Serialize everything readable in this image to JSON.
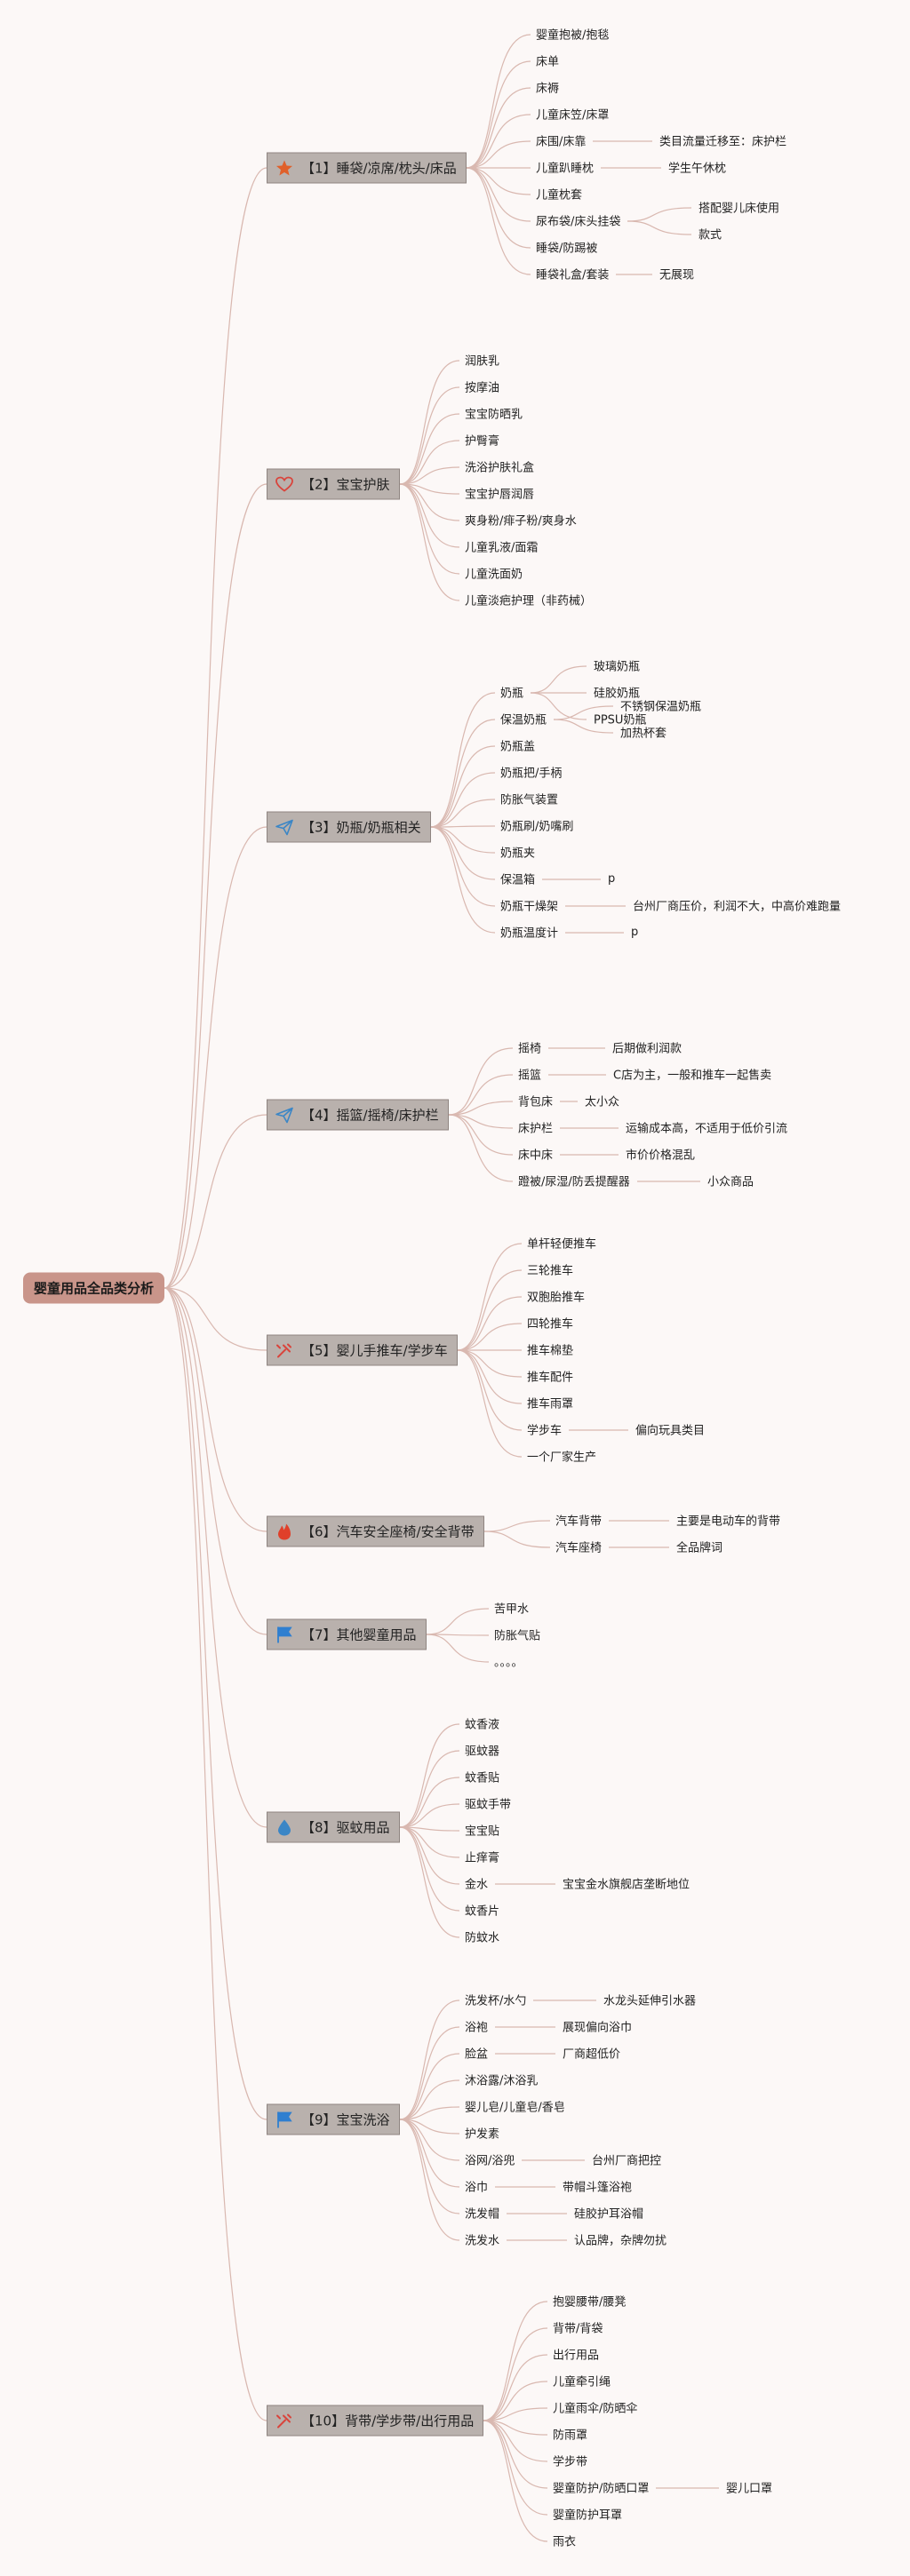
{
  "root": {
    "label": "婴童用品全品类分析"
  },
  "colors": {
    "link": "#d9b8b0",
    "root_bg": "#c9958a",
    "category_bg": "#b9b1ad"
  },
  "categories": [
    {
      "id": "c1",
      "label": "【1】睡袋/凉席/枕头/床品",
      "icon": "star-icon",
      "icon_color": "#e0602a",
      "items": [
        {
          "label": "婴童抱被/抱毯"
        },
        {
          "label": "床单"
        },
        {
          "label": "床褥"
        },
        {
          "label": "儿童床笠/床罩"
        },
        {
          "label": "床围/床靠",
          "children": [
            {
              "label": "类目流量迁移至：床护栏"
            }
          ]
        },
        {
          "label": "儿童趴睡枕",
          "children": [
            {
              "label": "学生午休枕"
            }
          ]
        },
        {
          "label": "儿童枕套"
        },
        {
          "label": "尿布袋/床头挂袋",
          "children": [
            {
              "label": "搭配婴儿床使用"
            },
            {
              "label": "款式"
            }
          ]
        },
        {
          "label": "睡袋/防踢被"
        },
        {
          "label": "睡袋礼盒/套装",
          "children": [
            {
              "label": "无展现"
            }
          ]
        }
      ]
    },
    {
      "id": "c2",
      "label": "【2】宝宝护肤",
      "icon": "heart-icon",
      "icon_color": "#d9443c",
      "items": [
        {
          "label": "润肤乳"
        },
        {
          "label": "按摩油"
        },
        {
          "label": "宝宝防晒乳"
        },
        {
          "label": "护臀膏"
        },
        {
          "label": "洗浴护肤礼盒"
        },
        {
          "label": "宝宝护唇润唇"
        },
        {
          "label": "爽身粉/痱子粉/爽身水"
        },
        {
          "label": "儿童乳液/面霜"
        },
        {
          "label": "儿童洗面奶"
        },
        {
          "label": "儿童淡疤护理（非药械）"
        }
      ]
    },
    {
      "id": "c3",
      "label": "【3】奶瓶/奶瓶相关",
      "icon": "paper-plane-icon",
      "icon_color": "#3b86c6",
      "items": [
        {
          "label": "奶瓶",
          "children": [
            {
              "label": "玻璃奶瓶"
            },
            {
              "label": "硅胶奶瓶"
            },
            {
              "label": "PPSU奶瓶"
            }
          ]
        },
        {
          "label": "保温奶瓶",
          "children": [
            {
              "label": "不锈钢保温奶瓶"
            },
            {
              "label": "加热杯套"
            }
          ]
        },
        {
          "label": "奶瓶盖"
        },
        {
          "label": "奶瓶把/手柄"
        },
        {
          "label": "防胀气装置"
        },
        {
          "label": "奶瓶刷/奶嘴刷"
        },
        {
          "label": "奶瓶夹"
        },
        {
          "label": "保温箱",
          "children": [
            {
              "label": "p"
            }
          ]
        },
        {
          "label": "奶瓶干燥架",
          "children": [
            {
              "label": "台州厂商压价，利润不大，中高价难跑量"
            }
          ]
        },
        {
          "label": "奶瓶温度计",
          "children": [
            {
              "label": "p"
            }
          ]
        }
      ]
    },
    {
      "id": "c4",
      "label": "【4】摇篮/摇椅/床护栏",
      "icon": "paper-plane-icon",
      "icon_color": "#3b86c6",
      "items": [
        {
          "label": "摇椅",
          "children": [
            {
              "label": "后期做利润款"
            }
          ]
        },
        {
          "label": "摇篮",
          "children": [
            {
              "label": "C店为主，一般和推车一起售卖"
            }
          ]
        },
        {
          "label": "背包床",
          "children": [
            {
              "label": "太小众"
            }
          ]
        },
        {
          "label": "床护栏",
          "children": [
            {
              "label": "运输成本高，不适用于低价引流"
            }
          ]
        },
        {
          "label": "床中床",
          "children": [
            {
              "label": "市价价格混乱"
            }
          ]
        },
        {
          "label": "蹬被/尿湿/防丢提醒器",
          "children": [
            {
              "label": "小众商品"
            }
          ]
        }
      ]
    },
    {
      "id": "c5",
      "label": "【5】婴儿手推车/学步车",
      "icon": "tools-icon",
      "icon_color": "#d9443c",
      "items": [
        {
          "label": "单杆轻便推车"
        },
        {
          "label": "三轮推车"
        },
        {
          "label": "双胞胎推车"
        },
        {
          "label": "四轮推车"
        },
        {
          "label": "推车棉垫"
        },
        {
          "label": "推车配件"
        },
        {
          "label": "推车雨罩"
        },
        {
          "label": "学步车",
          "children": [
            {
              "label": "偏向玩具类目"
            }
          ]
        },
        {
          "label": "一个厂家生产"
        }
      ]
    },
    {
      "id": "c6",
      "label": "【6】汽车安全座椅/安全背带",
      "icon": "fire-icon",
      "icon_color": "#e0402a",
      "items": [
        {
          "label": "汽车背带",
          "children": [
            {
              "label": "主要是电动车的背带"
            }
          ]
        },
        {
          "label": "汽车座椅",
          "children": [
            {
              "label": "全品牌词"
            }
          ]
        }
      ]
    },
    {
      "id": "c7",
      "label": "【7】其他婴童用品",
      "icon": "flag-icon",
      "icon_color": "#2f7fd0",
      "items": [
        {
          "label": "苦甲水"
        },
        {
          "label": "防胀气贴"
        },
        {
          "label": "。。。。"
        }
      ]
    },
    {
      "id": "c8",
      "label": "【8】驱蚊用品",
      "icon": "drop-icon",
      "icon_color": "#3b86c6",
      "items": [
        {
          "label": "蚊香液"
        },
        {
          "label": "驱蚊器"
        },
        {
          "label": "蚊香贴"
        },
        {
          "label": "驱蚊手带"
        },
        {
          "label": "宝宝贴"
        },
        {
          "label": "止痒膏"
        },
        {
          "label": "金水",
          "children": [
            {
              "label": "宝宝金水旗舰店垄断地位"
            }
          ]
        },
        {
          "label": "蚊香片"
        },
        {
          "label": "防蚊水"
        }
      ]
    },
    {
      "id": "c9",
      "label": "【9】宝宝洗浴",
      "icon": "flag-icon",
      "icon_color": "#2f7fd0",
      "items": [
        {
          "label": "洗发杯/水勺",
          "children": [
            {
              "label": "水龙头延伸引水器"
            }
          ]
        },
        {
          "label": "浴袍",
          "children": [
            {
              "label": "展现偏向浴巾"
            }
          ]
        },
        {
          "label": "脸盆",
          "children": [
            {
              "label": "厂商超低价"
            }
          ]
        },
        {
          "label": "沐浴露/沐浴乳"
        },
        {
          "label": "婴儿皂/儿童皂/香皂"
        },
        {
          "label": "护发素"
        },
        {
          "label": "浴网/浴兜",
          "children": [
            {
              "label": "台州厂商把控"
            }
          ]
        },
        {
          "label": "浴巾",
          "children": [
            {
              "label": "带帽斗篷浴袍"
            }
          ]
        },
        {
          "label": "洗发帽",
          "children": [
            {
              "label": "硅胶护耳浴帽"
            }
          ]
        },
        {
          "label": "洗发水",
          "children": [
            {
              "label": "认品牌，杂牌勿扰"
            }
          ]
        }
      ]
    },
    {
      "id": "c10",
      "label": "【10】背带/学步带/出行用品",
      "icon": "tools-icon",
      "icon_color": "#d9443c",
      "items": [
        {
          "label": "抱婴腰带/腰凳"
        },
        {
          "label": "背带/背袋"
        },
        {
          "label": "出行用品"
        },
        {
          "label": "儿童牵引绳"
        },
        {
          "label": "儿童雨伞/防晒伞"
        },
        {
          "label": "防雨罩"
        },
        {
          "label": "学步带"
        },
        {
          "label": "婴童防护/防晒口罩",
          "children": [
            {
              "label": "婴儿口罩"
            }
          ]
        },
        {
          "label": "婴童防护耳罩"
        },
        {
          "label": "雨衣"
        }
      ]
    }
  ]
}
